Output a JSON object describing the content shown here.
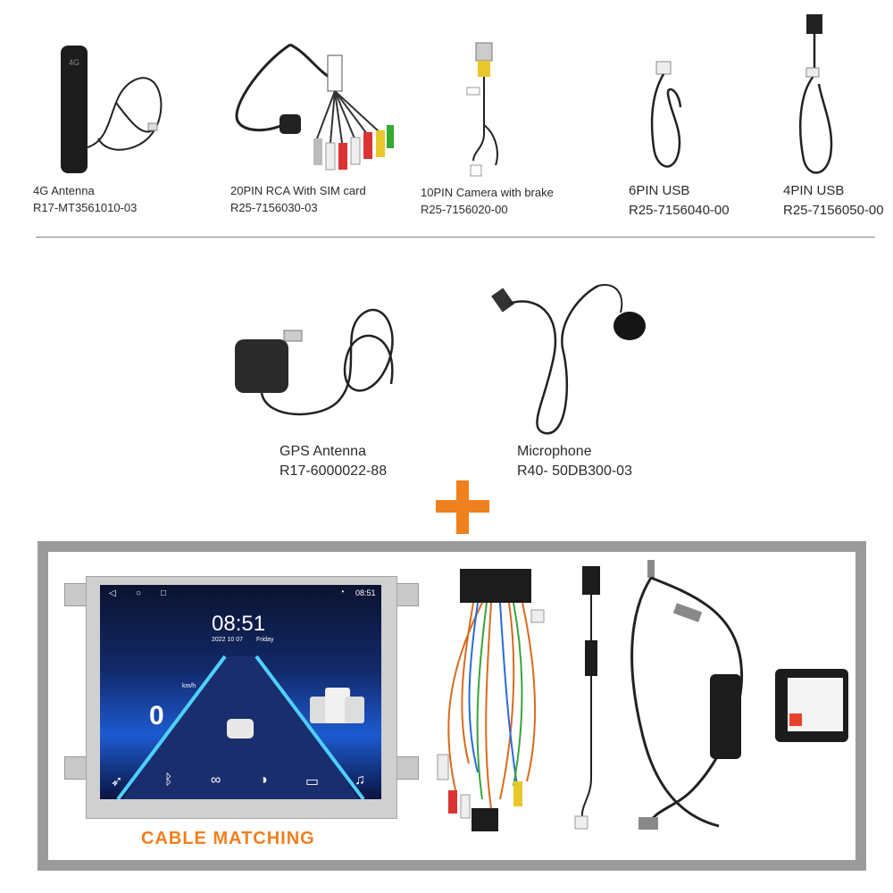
{
  "top_row": [
    {
      "name": "4G Antenna",
      "code": "R17-MT3561010-03",
      "icon": "4g-antenna-icon",
      "antenna_mark": "4G"
    },
    {
      "name": "20PIN RCA With SIM  card",
      "code": "R25-7156030-03",
      "icon": "rca-cable-icon"
    },
    {
      "name": "10PIN Camera with brake",
      "code": "R25-7156020-00",
      "icon": "camera-cable-icon"
    },
    {
      "name": "6PIN USB",
      "code": "R25-7156040-00",
      "icon": "usb-cable-icon"
    },
    {
      "name": "4PIN USB",
      "code": "R25-7156050-00",
      "icon": "usb-cable-icon"
    }
  ],
  "middle_row": [
    {
      "name": "GPS Antenna",
      "code": "R17-6000022-88",
      "icon": "gps-antenna-icon"
    },
    {
      "name": "Microphone",
      "code": "R40- 50DB300-03",
      "icon": "microphone-icon"
    }
  ],
  "bottom": {
    "label": "CABLE MATCHING",
    "screen": {
      "status_time": "08:51",
      "clock": "08:51",
      "date": "2022 10 07",
      "weekday": "Friday",
      "speed": "0",
      "speed_unit": "km/h"
    }
  },
  "colors": {
    "accent": "#f07f1e",
    "frame": "#9b9b9b",
    "screen_bg": "#0d1a4a"
  }
}
